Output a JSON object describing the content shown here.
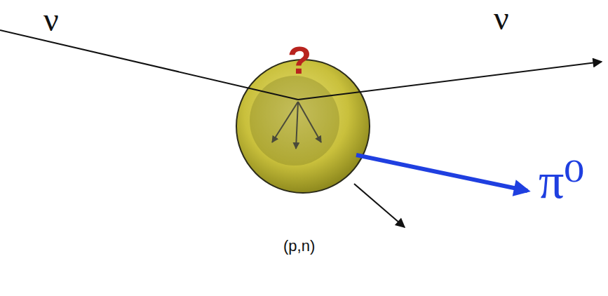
{
  "diagram": {
    "labels": [
      "ν",
      "?",
      "ν",
      "π⁰",
      "(p,n)"
    ]
  }
}
